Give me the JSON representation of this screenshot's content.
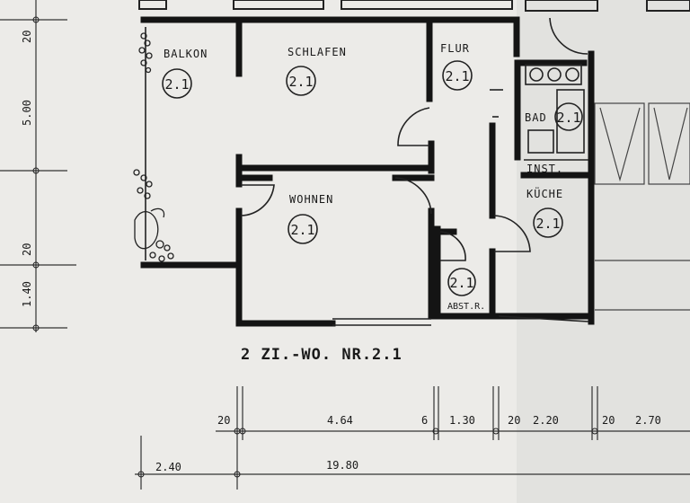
{
  "rooms": {
    "balkon": {
      "name": "BALKON",
      "number": "2.1"
    },
    "schlafen": {
      "name": "SCHLAFEN",
      "number": "2.1"
    },
    "flur": {
      "name": "FLUR",
      "number": "2.1"
    },
    "bad": {
      "name": "BAD",
      "number": "2.1"
    },
    "inst": {
      "name": "INST."
    },
    "kueche": {
      "name": "KÜCHE",
      "number": "2.1"
    },
    "wohnen": {
      "name": "WOHNEN",
      "number": "2.1"
    },
    "abstr": {
      "name": "ABST.R.",
      "number": "2.1"
    }
  },
  "title": "2 ZI.-WO. NR.2.1",
  "left_dimensions": [
    "20",
    "5.00",
    "20",
    "1.40"
  ],
  "bottom_dimensions_row1": [
    "20",
    "4.64",
    "6",
    "1.30",
    "20",
    "2.20",
    "20",
    "2.70"
  ],
  "bottom_dimensions_row2": [
    "2.40",
    "19.80"
  ]
}
